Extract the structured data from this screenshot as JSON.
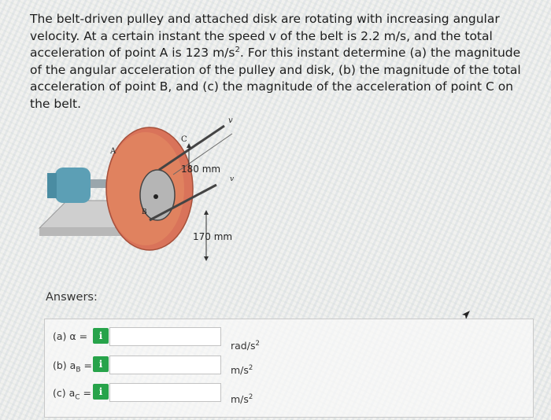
{
  "question": {
    "text_before_sup": "The belt-driven pulley and attached disk are rotating with increasing angular velocity. At a certain instant the speed v of the belt is 2.2 m/s, and the total acceleration of point A is 123 m/s",
    "sup": "2",
    "text_after_sup": ". For this instant determine (a) the magnitude of the angular acceleration of the pulley and disk, (b) the magnitude of the total acceleration of point B, and (c) the magnitude of the acceleration of point C on the belt."
  },
  "figure": {
    "label_A": "A",
    "label_B": "B",
    "label_C": "C",
    "label_v_top": "v",
    "label_v_mid": "v",
    "dim_180": "180 mm",
    "dim_170": "170 mm"
  },
  "answers_label": "Answers:",
  "rows": [
    {
      "label": "(a) α =",
      "info": "i",
      "value": "",
      "unit": "rad/s",
      "unit_sup": "2"
    },
    {
      "label_main": "(b) a",
      "label_sub": "B",
      "label_eq": " =",
      "info": "i",
      "value": "",
      "unit": "m/s",
      "unit_sup": "2"
    },
    {
      "label_main": "(c) a",
      "label_sub": "C",
      "label_eq": " =",
      "info": "i",
      "value": "",
      "unit": "m/s",
      "unit_sup": "2"
    }
  ],
  "colors": {
    "info_button": "#27a34a",
    "disk": "#d9735a",
    "motor": "#5c9fb5"
  }
}
